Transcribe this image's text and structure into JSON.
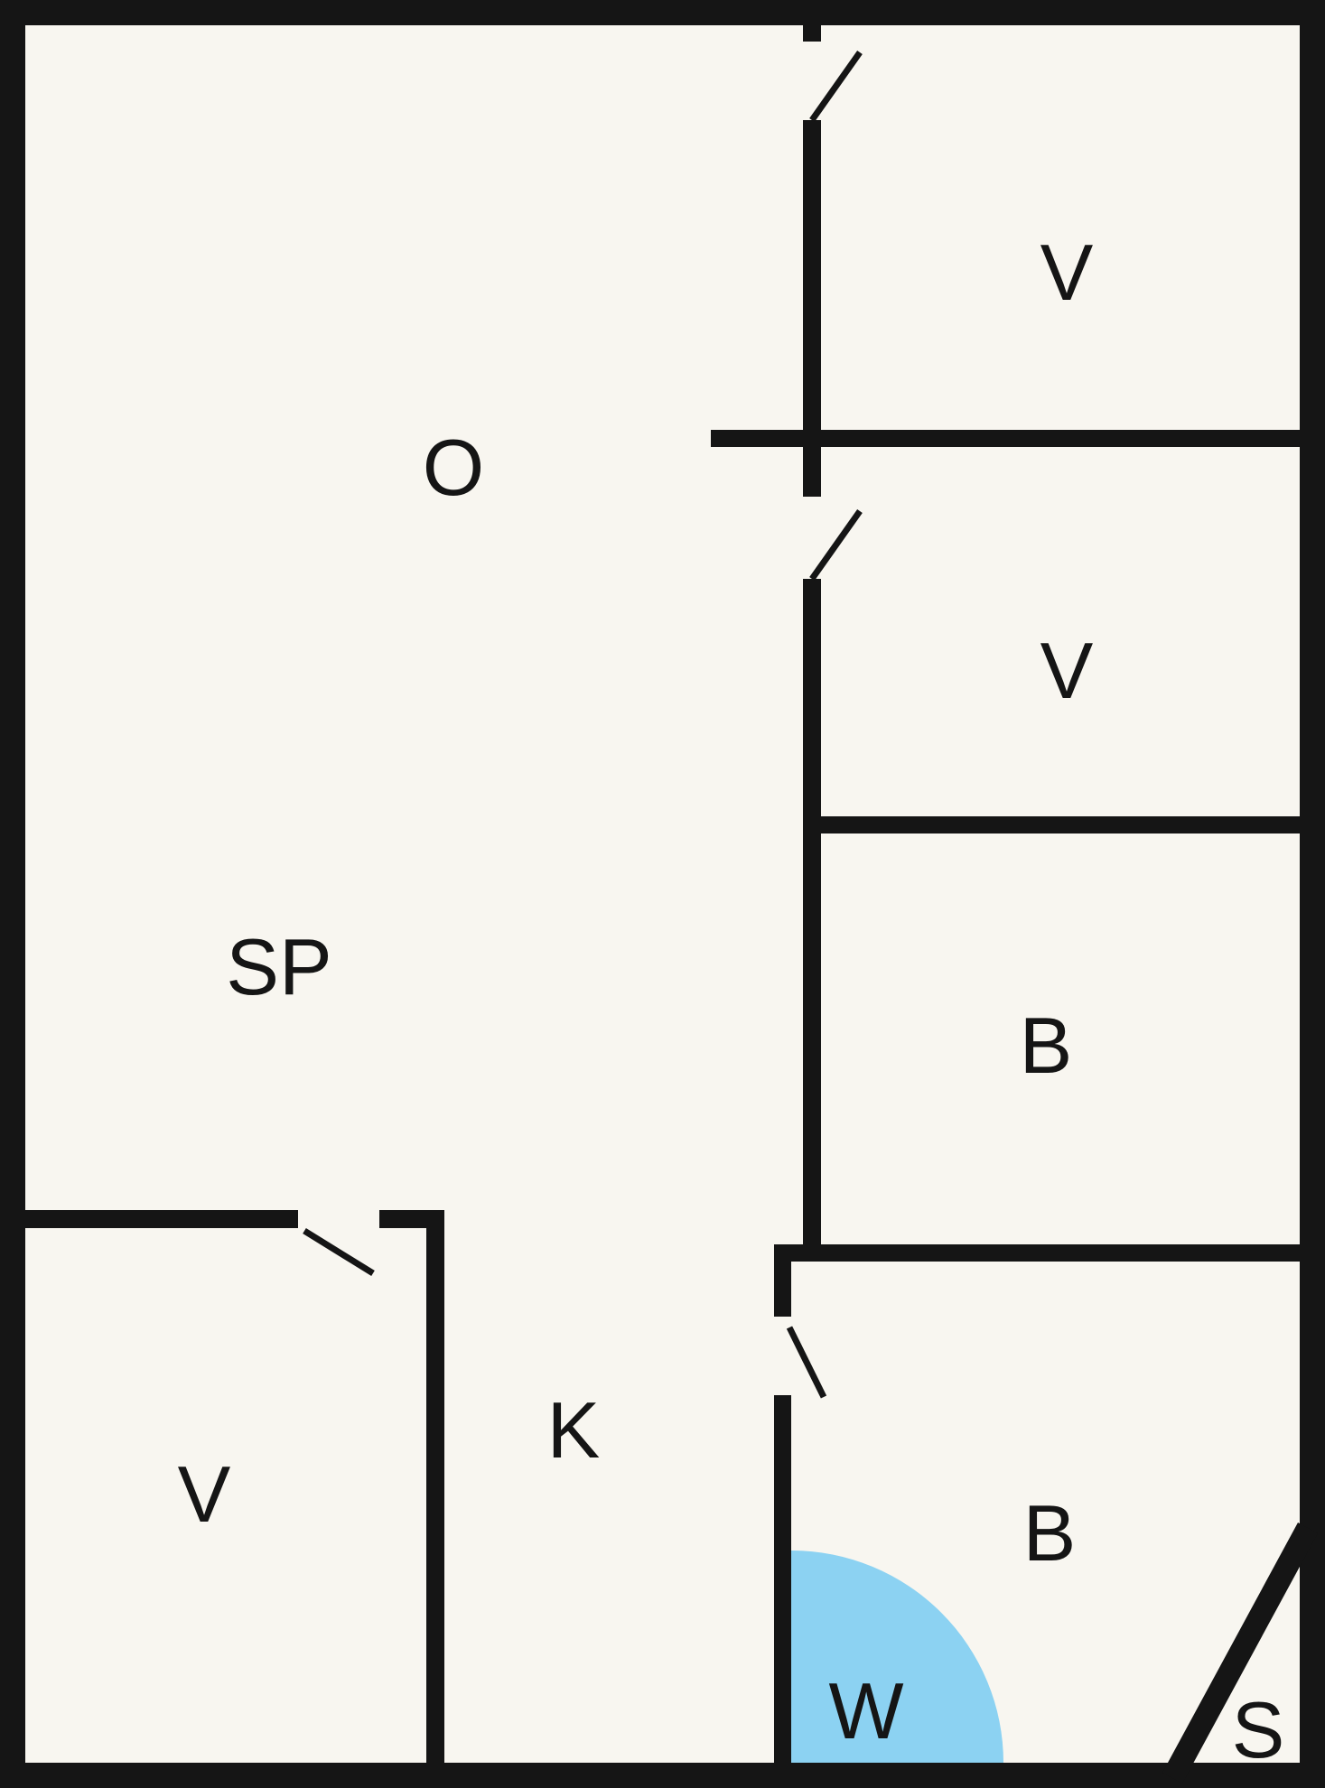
{
  "plan_type": "floor-plan",
  "rooms": {
    "v_top": {
      "label": "V"
    },
    "v_mid": {
      "label": "V"
    },
    "b_right": {
      "label": "B"
    },
    "o": {
      "label": "O"
    },
    "sp": {
      "label": "SP"
    },
    "k": {
      "label": "K"
    },
    "v_bottom": {
      "label": "V"
    },
    "b_bottom": {
      "label": "B"
    },
    "w": {
      "label": "W"
    },
    "s": {
      "label": "S"
    }
  },
  "colors": {
    "wall": "#151515",
    "bg": "#f8f6f0",
    "water": "#8cd2f2",
    "label": "#151515"
  }
}
